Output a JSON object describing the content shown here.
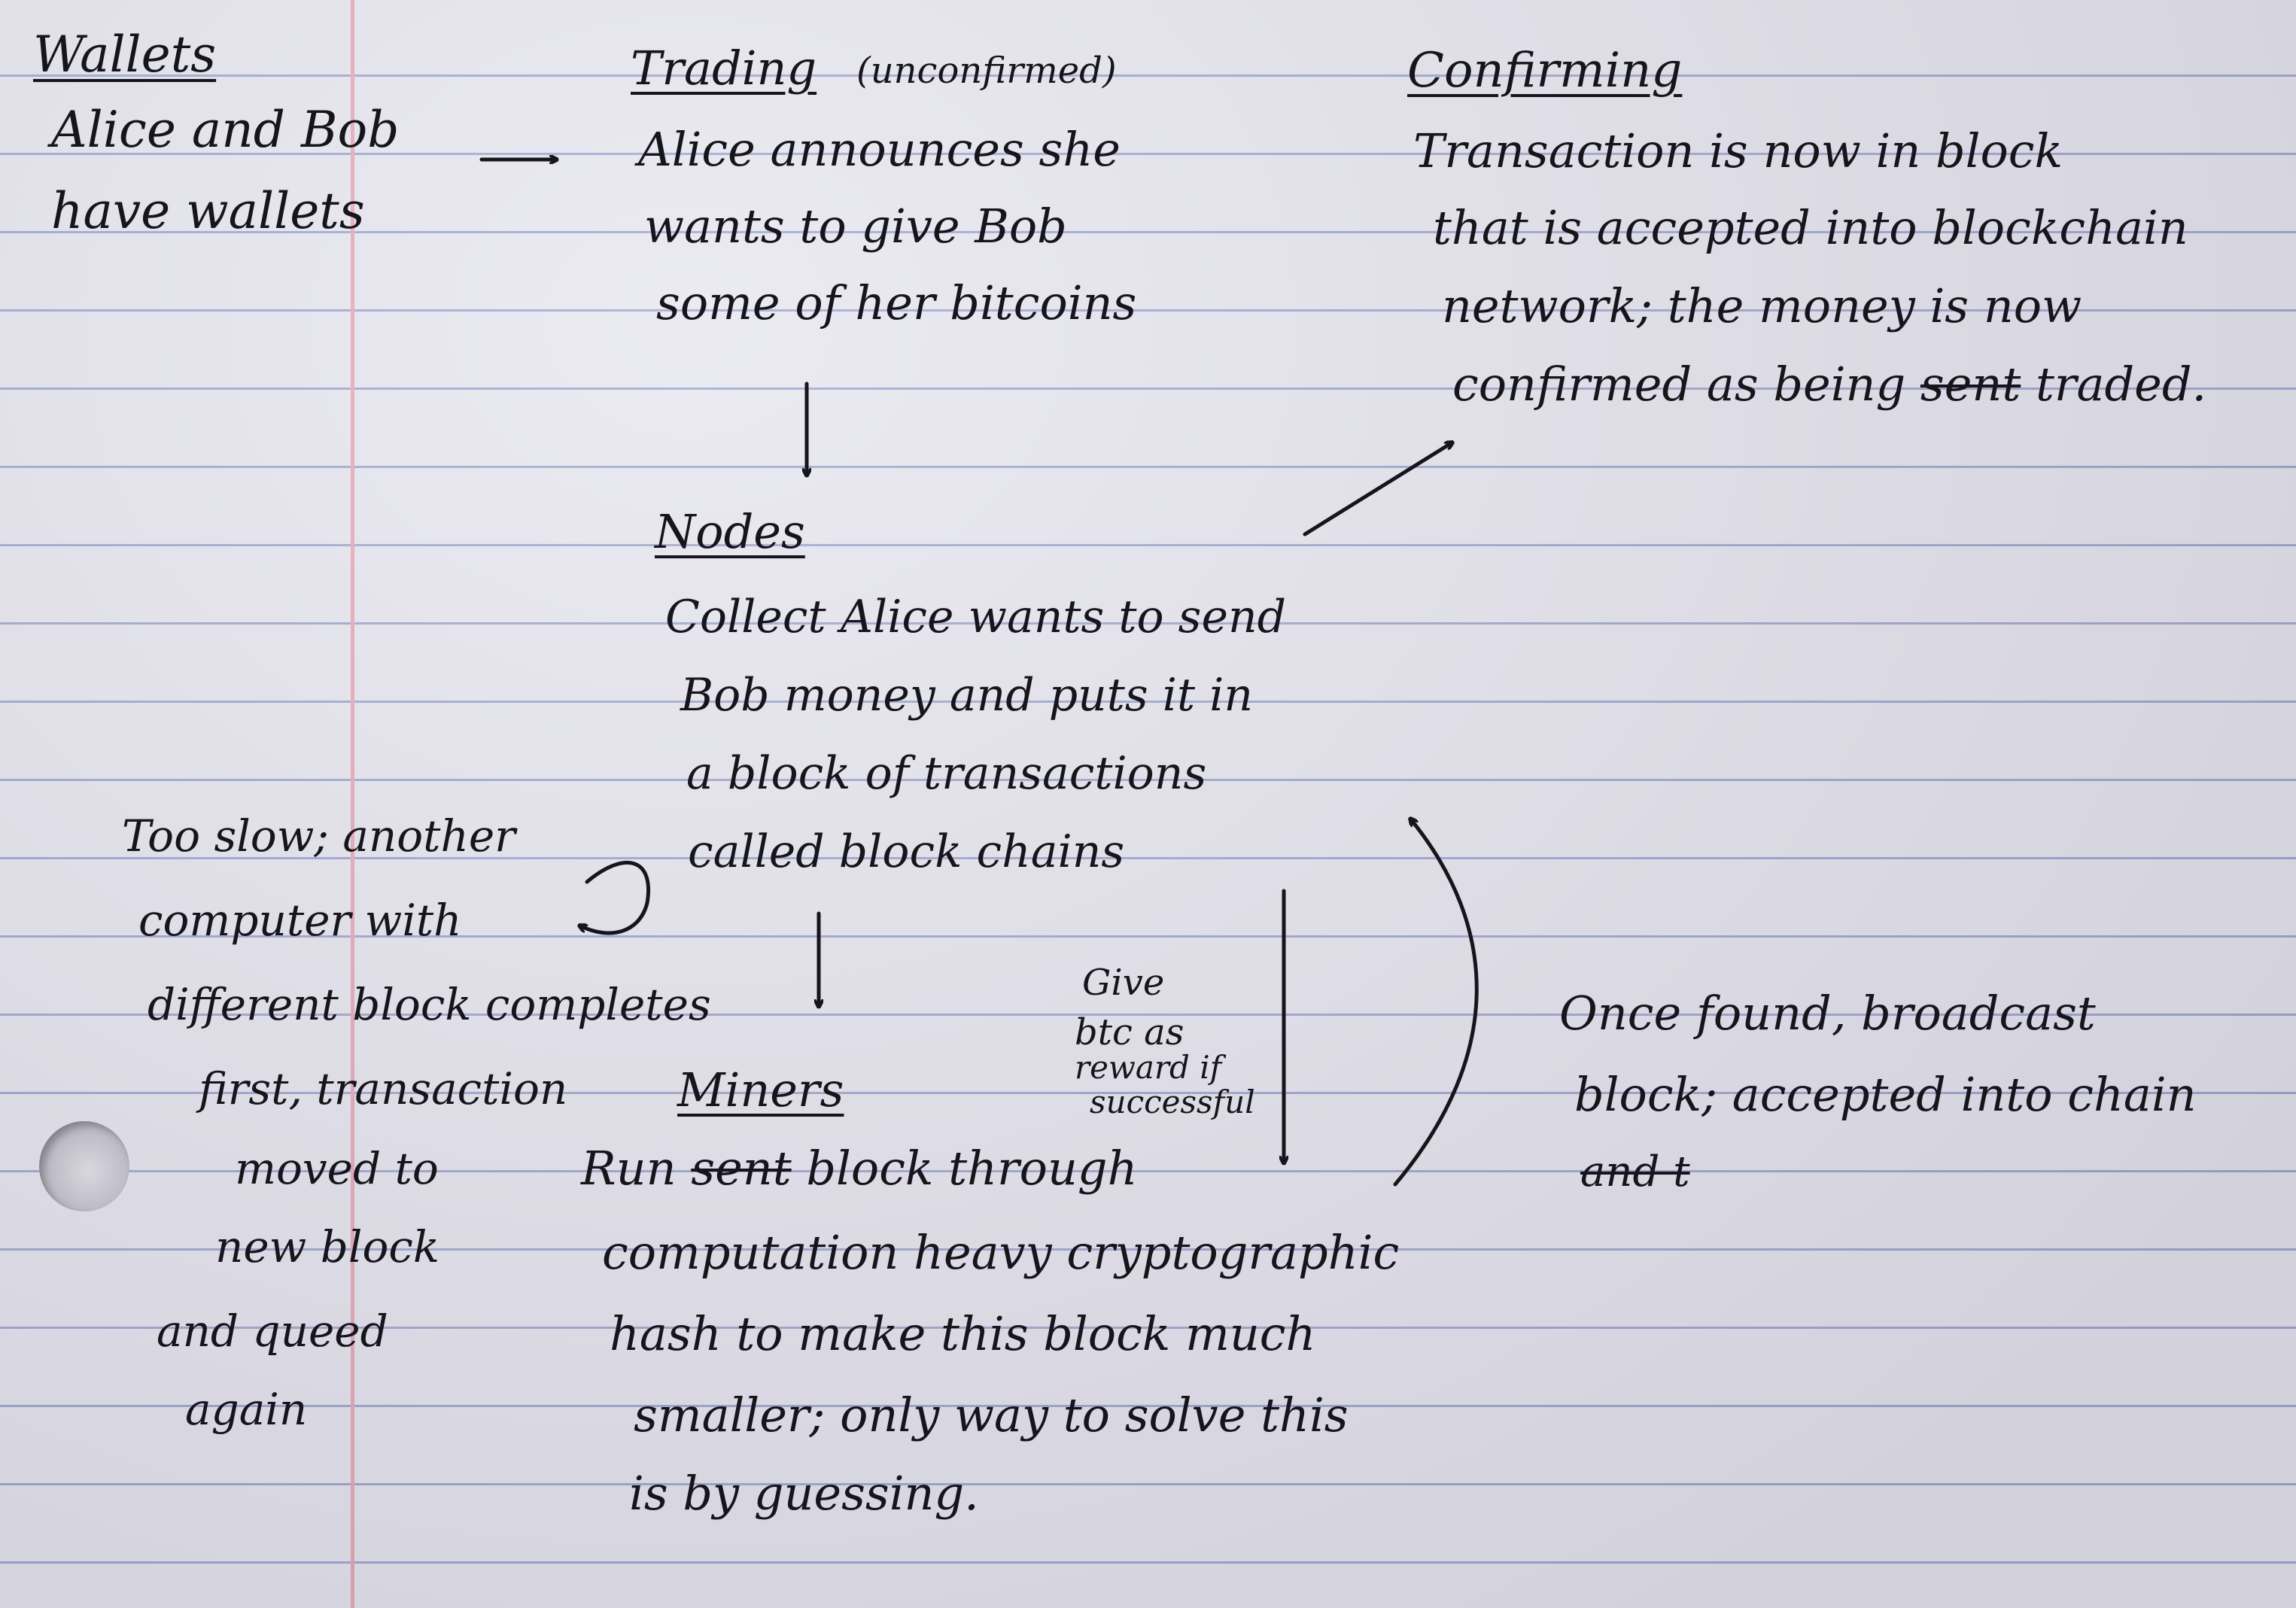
{
  "colors": {
    "paper": "#e7e6ef",
    "rule_line": "#9fa8cf",
    "margin_line": "#e4a9b6",
    "ink": "#17151c"
  },
  "wallets": {
    "heading": "Wallets",
    "lines": [
      "Alice and Bob",
      "have wallets"
    ]
  },
  "trading": {
    "heading": "Trading",
    "note": "(unconfirmed)",
    "lines": [
      "Alice announces she",
      "wants to give Bob",
      "some of her bitcoins"
    ]
  },
  "confirming": {
    "heading": "Confirming",
    "lines": [
      "Transaction is now in block",
      "that is accepted into blockchain",
      "network; the money is now"
    ],
    "last_line": {
      "before": "confirmed as being",
      "struck": "sent",
      "after": "traded."
    }
  },
  "nodes": {
    "heading": "Nodes",
    "lines": [
      "Collect Alice wants to send",
      "Bob money and puts it in",
      "a block of transactions",
      "called block chains"
    ]
  },
  "too_slow": {
    "lines": [
      "Too slow; another",
      "computer with",
      "different block completes",
      "first, transaction",
      "moved to",
      "new block",
      "and queed",
      "again"
    ]
  },
  "give_btc": {
    "lines": [
      "Give",
      "btc as",
      "reward if",
      "successful"
    ]
  },
  "miners": {
    "heading": "Miners",
    "first_line": {
      "before": "Run",
      "struck": "sent",
      "after": "block through"
    },
    "lines": [
      "computation heavy cryptographic",
      "hash to make this block much",
      "smaller; only way to solve this",
      "is by guessing."
    ]
  },
  "once_found": {
    "lines": [
      "Once found, broadcast",
      "block; accepted into chain"
    ],
    "struck_line": "and t"
  },
  "icons": [
    "arrow-right-icon",
    "arrow-down-icon",
    "arrow-up-right-icon",
    "loop-arrow-icon",
    "curved-arrow-up-icon"
  ]
}
